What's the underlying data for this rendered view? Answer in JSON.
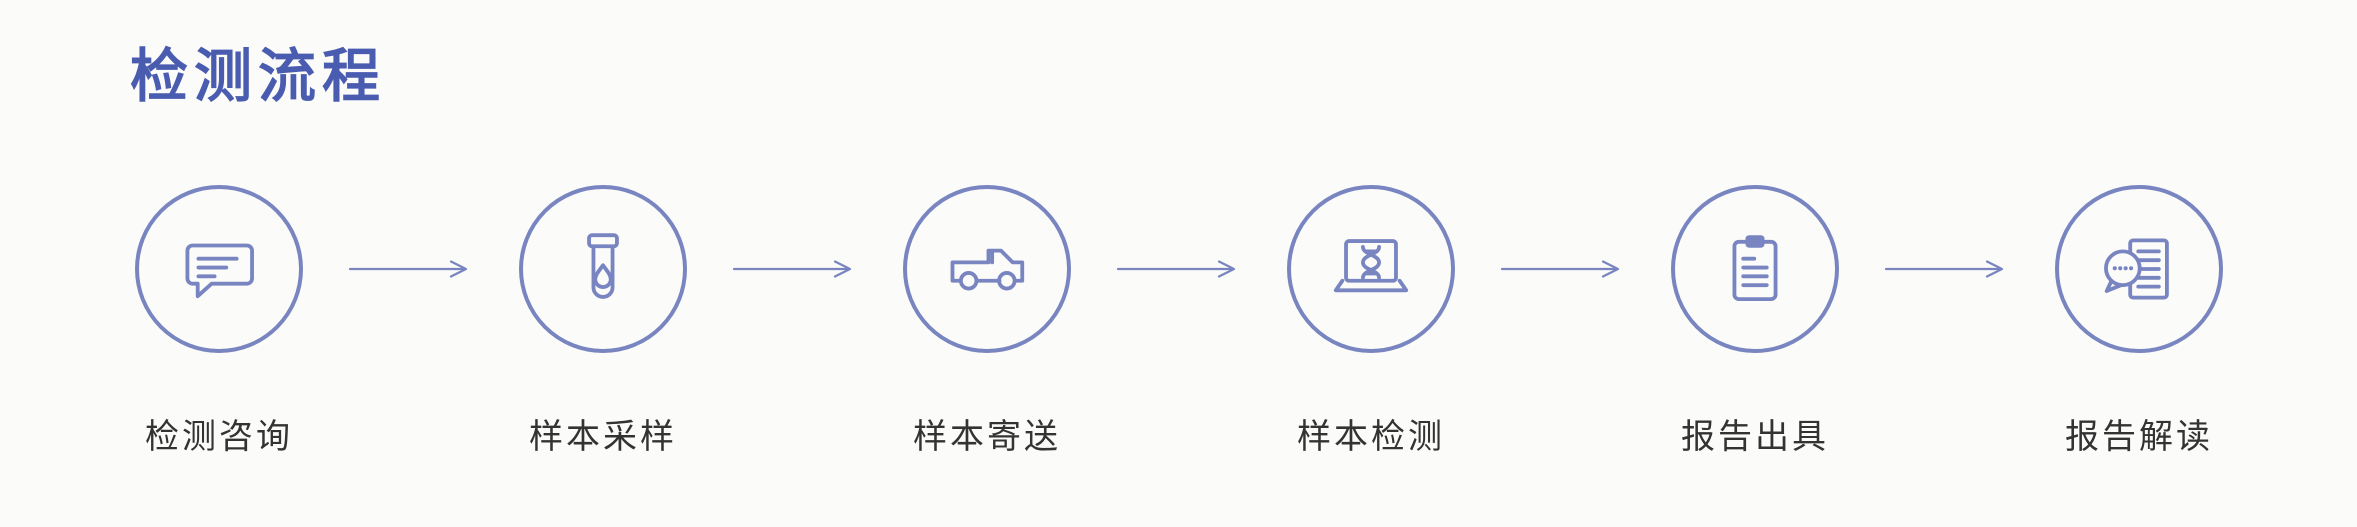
{
  "page": {
    "title": "检测流程"
  },
  "colors": {
    "accent": "#7885c0",
    "title": "#4a5cb0",
    "label": "#333333",
    "background": "#fbfbf9"
  },
  "steps": [
    {
      "label": "检测咨询",
      "icon": "chat-bubble-icon"
    },
    {
      "label": "样本采样",
      "icon": "test-tube-icon"
    },
    {
      "label": "样本寄送",
      "icon": "truck-icon"
    },
    {
      "label": "样本检测",
      "icon": "laptop-dna-icon"
    },
    {
      "label": "报告出具",
      "icon": "clipboard-report-icon"
    },
    {
      "label": "报告解读",
      "icon": "chat-document-icon"
    }
  ]
}
